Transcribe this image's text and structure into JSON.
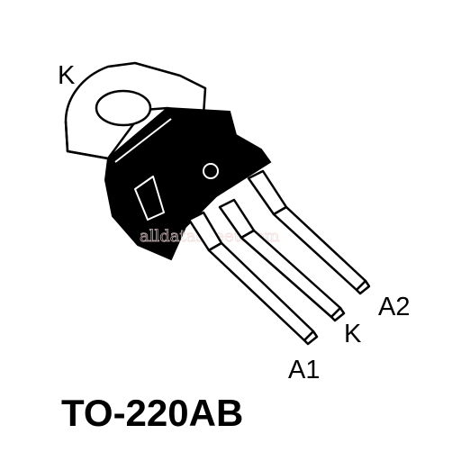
{
  "pins": {
    "tab": "K",
    "pin_right": "A2",
    "pin_middle": "K",
    "pin_left": "A1"
  },
  "package_name": "TO-220AB",
  "colors": {
    "body": "#000000",
    "outline": "#000000",
    "fill": "#ffffff"
  }
}
